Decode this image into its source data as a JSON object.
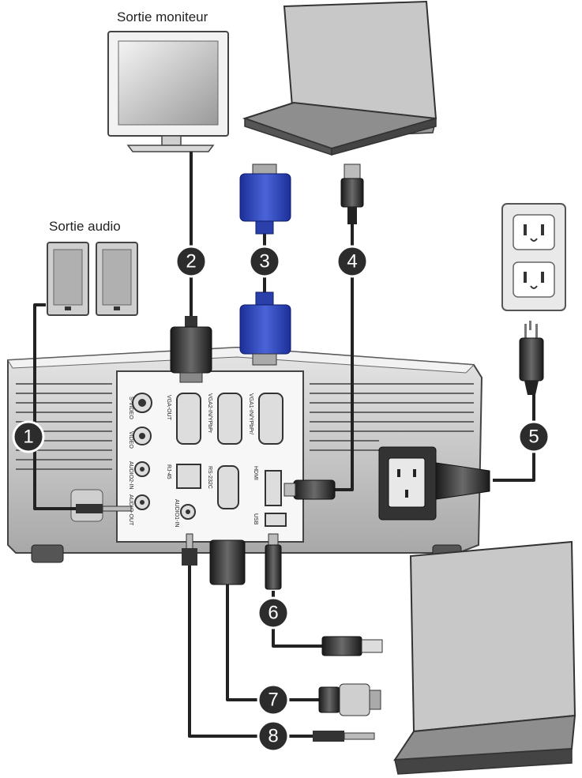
{
  "labels": {
    "monitor_out": "Sortie moniteur",
    "audio_out": "Sortie audio"
  },
  "callouts": [
    "1",
    "2",
    "3",
    "4",
    "5",
    "6",
    "7",
    "8"
  ],
  "ports": {
    "svideo": "S-VIDEO",
    "video": "VIDEO",
    "audio2_in": "AUDIO2-IN",
    "audio_out": "AUDIO-OUT",
    "audio1_in": "AUDIO1-IN",
    "vga_out": "VGA-OUT",
    "rj45": "RJ-45",
    "rs232c": "RS-232C",
    "vga2_in": "VGA2-IN/YPbPr",
    "vga1_in": "VGA1-IN/YPbPr/",
    "hdmi": "HDMI",
    "usb": "USB"
  },
  "icons": {
    "monitor": "monitor-icon",
    "laptop": "laptop-icon",
    "speakers": "speaker-icon",
    "outlet": "power-outlet-icon",
    "projector": "projector-icon"
  }
}
